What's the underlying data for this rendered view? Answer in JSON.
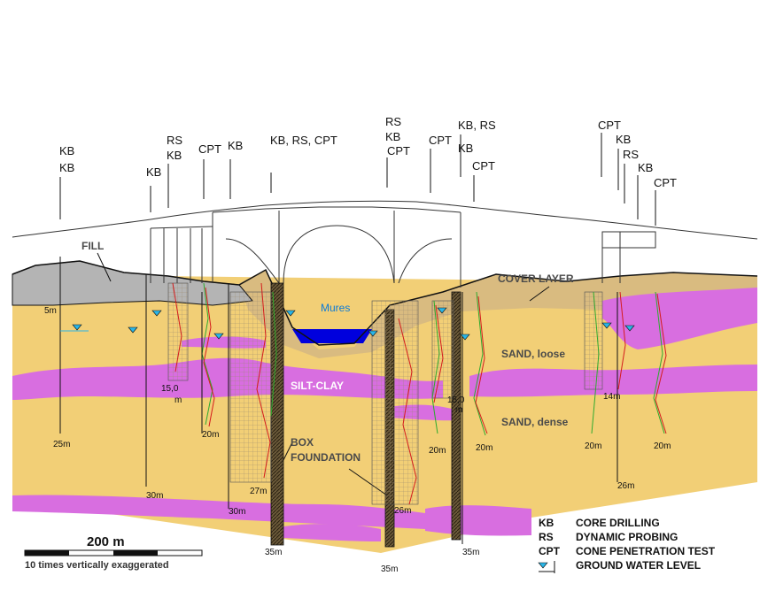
{
  "test_labels": {
    "kb": "KB",
    "rs": "RS",
    "cpt": "CPT",
    "kb_rs_cpt": "KB,  RS,  CPT",
    "kb_rs": "KB,  RS"
  },
  "layers": {
    "fill": "FILL",
    "cover": "COVER LAYER",
    "sand_loose": "SAND, loose",
    "silt_clay": "SILT-CLAY",
    "sand_dense": "SAND, dense",
    "box_foundation_1": "BOX",
    "box_foundation_2": "FOUNDATION",
    "river": "Mures"
  },
  "depths": {
    "d5": "5m",
    "d25": "25m",
    "d30a": "30m",
    "d30b": "30m",
    "d27": "27m",
    "d26a": "26m",
    "d35a": "35m",
    "d35b": "35m",
    "d35c": "35m",
    "d15a1": "15,0",
    "d15a2": "m",
    "d15b1": "15,0",
    "d15b2": "m",
    "d20a": "20m",
    "d20b": "20m",
    "d20c": "20m",
    "d20d": "20m",
    "d20e": "20m",
    "d14": "14m",
    "d26b": "26m"
  },
  "scale": {
    "label": "200 m",
    "note": "10 times vertically exaggerated"
  },
  "legend": [
    {
      "abbr": "KB",
      "text": "CORE DRILLING"
    },
    {
      "abbr": "RS",
      "text": "DYNAMIC PROBING"
    },
    {
      "abbr": "CPT",
      "text": "CONE PENETRATION TEST"
    },
    {
      "abbr": "",
      "text": "GROUND WATER LEVEL"
    }
  ],
  "colors": {
    "sand": "#f2cf76",
    "silt_clay": "#d86ee0",
    "fill": "#b4b4b4",
    "cover": "#d9bb80",
    "water": "#0000dd",
    "gwl": "#29b6e8"
  }
}
